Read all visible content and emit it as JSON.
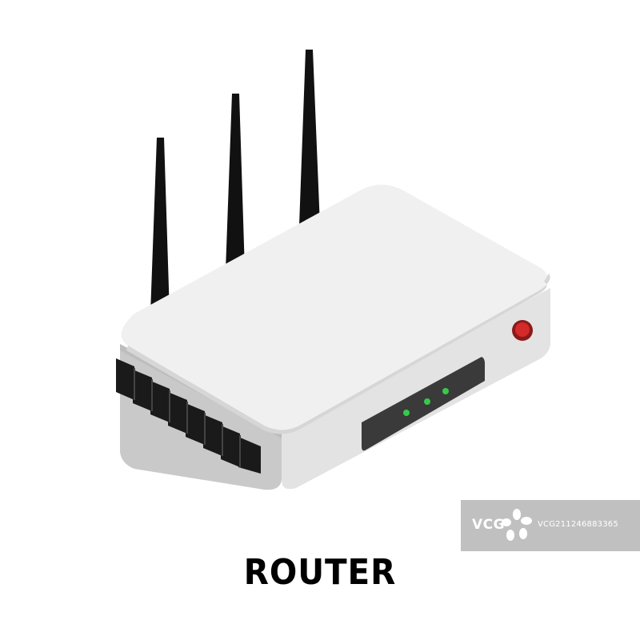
{
  "caption": {
    "text": "ROUTER"
  },
  "device": {
    "antenna_count": 3,
    "port_count": 8,
    "led_count": 3,
    "icons": [
      "antenna-icon",
      "ethernet-port-icon",
      "status-led-icon",
      "power-button-icon"
    ],
    "colors": {
      "body_top": "#f0f0f0",
      "body_side": "#dcdcdc",
      "antenna": "#111111",
      "ports": "#1a1a1a",
      "panel": "#3a3a3a",
      "led": "#38c94a",
      "power_button": "#d42a2a",
      "background": "#ffffff"
    }
  },
  "watermark": {
    "logo_text": "VCG",
    "id_text": "VCG211246883365"
  }
}
